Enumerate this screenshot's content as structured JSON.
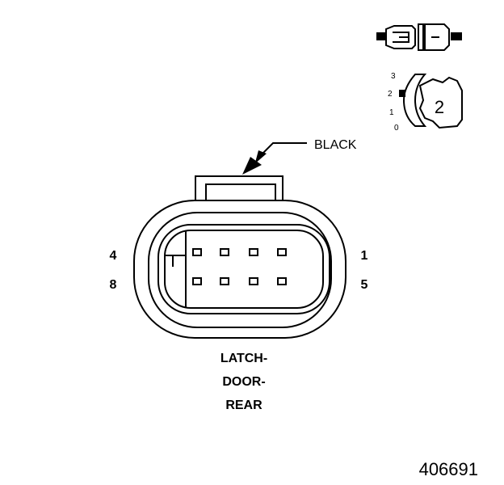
{
  "connector": {
    "color_label": "BLACK",
    "name_lines": [
      "LATCH-",
      "DOOR-",
      "REAR"
    ],
    "pin_labels": {
      "top_left": "4",
      "bottom_left": "8",
      "top_right": "1",
      "bottom_right": "5"
    },
    "pin_count": 8
  },
  "key_icon": {
    "scale": [
      "3",
      "2",
      "1",
      "0"
    ],
    "number": "2"
  },
  "figure_number": "406691",
  "colors": {
    "line": "#000000",
    "background": "#ffffff"
  }
}
